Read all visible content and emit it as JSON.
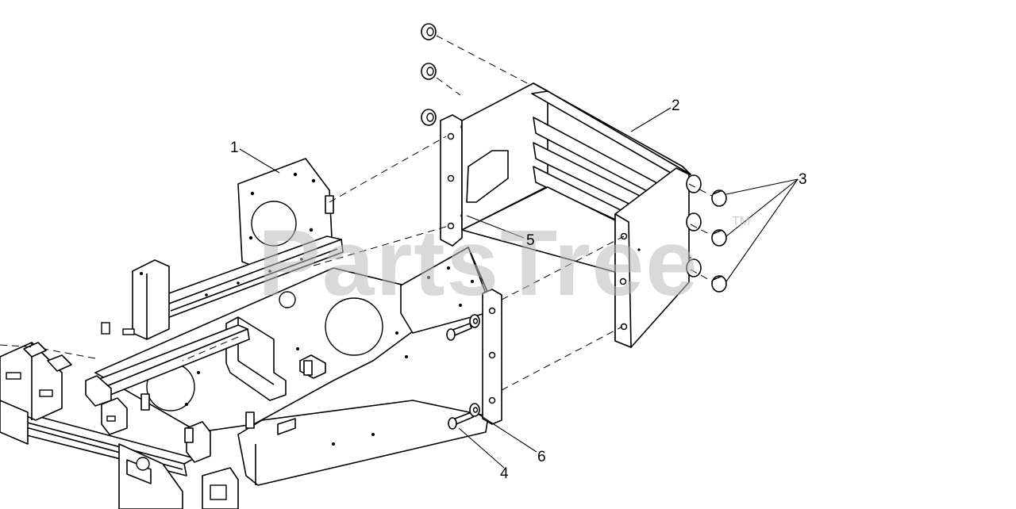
{
  "diagram": {
    "callouts": [
      {
        "label": "1"
      },
      {
        "label": "2"
      },
      {
        "label": "3"
      },
      {
        "label": "4"
      },
      {
        "label": "5"
      },
      {
        "label": "6"
      }
    ],
    "watermark": {
      "text": "PartsTree",
      "trademark": "TM"
    }
  }
}
